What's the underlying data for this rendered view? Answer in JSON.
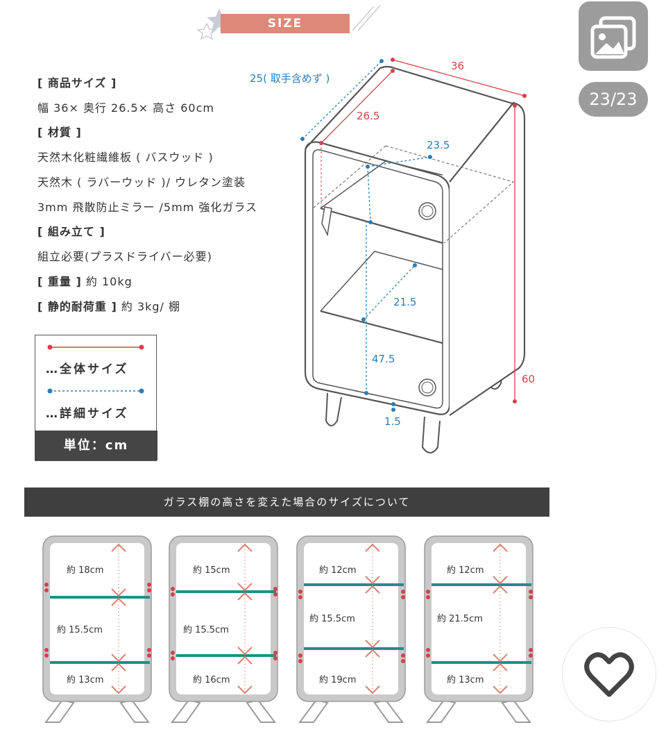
{
  "banner": {
    "label": "SIZE"
  },
  "specs": {
    "product_size_heading": "[ 商品サイズ ]",
    "product_size_value": "幅 36× 奥行 26.5× 高さ 60cm",
    "material_heading": "[ 材質 ]",
    "material_line1": "天然木化粧繊維板 ( バスウッド )",
    "material_line2": "天然木 ( ラバーウッド )/ ウレタン塗装",
    "material_line3": "3mm 飛散防止ミラー /5mm 強化ガラス",
    "assembly_heading": "[ 組み立て ]",
    "assembly_value": "組立必要(プラスドライバー必要)",
    "weight_heading": "[ 重量 ]",
    "weight_value": " 約 10kg",
    "load_heading": "[ 静的耐荷重 ]",
    "load_value": " 約 3kg/ 棚"
  },
  "legend": {
    "overall_label": "…全体サイズ",
    "detail_label": "…詳細サイズ",
    "unit_label": "単位：cm"
  },
  "diagram": {
    "depth_with_handle": "25( 取手含めず )",
    "width": "36",
    "depth": "26.5",
    "inner_depth": "23.5",
    "height": "60",
    "upper_shelf_depth": "21.5",
    "inner_height": "47.5",
    "bottom_thickness": "1.5"
  },
  "section": {
    "title": "ガラス棚の高さを変えた場合のサイズについて"
  },
  "variants": [
    {
      "top": "約 18cm",
      "middle": "約 15.5cm",
      "bottom": "約 13cm"
    },
    {
      "top": "約 15cm",
      "middle": "約 15.5cm",
      "bottom": "約 16cm"
    },
    {
      "top": "約 12cm",
      "middle": "約 15.5cm",
      "bottom": "約 19cm"
    },
    {
      "top": "約 12cm",
      "middle": "約 21.5cm",
      "bottom": "約 13cm"
    }
  ],
  "gallery": {
    "counter": "23/23",
    "icon": "gallery-icon"
  },
  "favorite": {
    "icon": "heart-icon"
  },
  "colors": {
    "accent_red": "#d6404a",
    "accent_blue": "#2a7db8",
    "shelf_teal": "#1f8f87",
    "banner": "#dd8878"
  }
}
